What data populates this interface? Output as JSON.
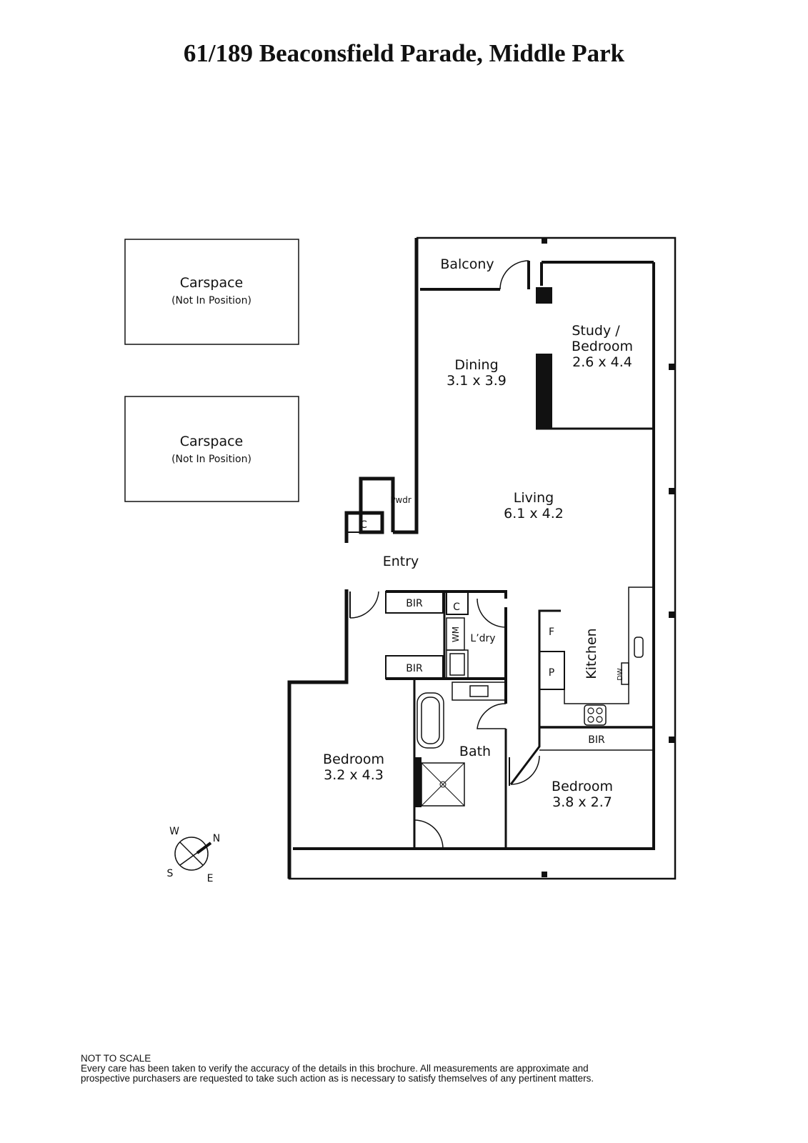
{
  "title": "61/189 Beaconsfield Parade, Middle Park",
  "carspaces": [
    {
      "label": "Carspace",
      "note": "(Not In Position)"
    },
    {
      "label": "Carspace",
      "note": "(Not In Position)"
    }
  ],
  "rooms": {
    "balcony": "Balcony",
    "dining": {
      "name": "Dining",
      "size": "3.1 x 3.9"
    },
    "study": {
      "name1": "Study /",
      "name2": "Bedroom",
      "size": "2.6 x 4.4"
    },
    "living": {
      "name": "Living",
      "size": "6.1 x 4.2"
    },
    "pwdr": "Pwdr",
    "entry": "Entry",
    "closet1": "C",
    "closet2": "C",
    "bir1": "BIR",
    "bir2": "BIR",
    "bir3": "BIR",
    "wm": "WM",
    "laundry": "L’dry",
    "kitchen": "Kitchen",
    "fridge": "F",
    "pantry": "P",
    "dw": "DW",
    "bath": "Bath",
    "bedroom1": {
      "name": "Bedroom",
      "size": "3.2 x 4.3"
    },
    "bedroom2": {
      "name": "Bedroom",
      "size": "3.8 x 2.7"
    }
  },
  "compass": {
    "n": "N",
    "s": "S",
    "e": "E",
    "w": "W"
  },
  "footer": {
    "heading": "NOT TO SCALE",
    "line1": "Every care has been taken to verify the accuracy of the details in this brochure. All measurements are approximate and",
    "line2": "prospective purchasers are requested to take such action as is necessary to satisfy themselves of any pertinent matters."
  }
}
